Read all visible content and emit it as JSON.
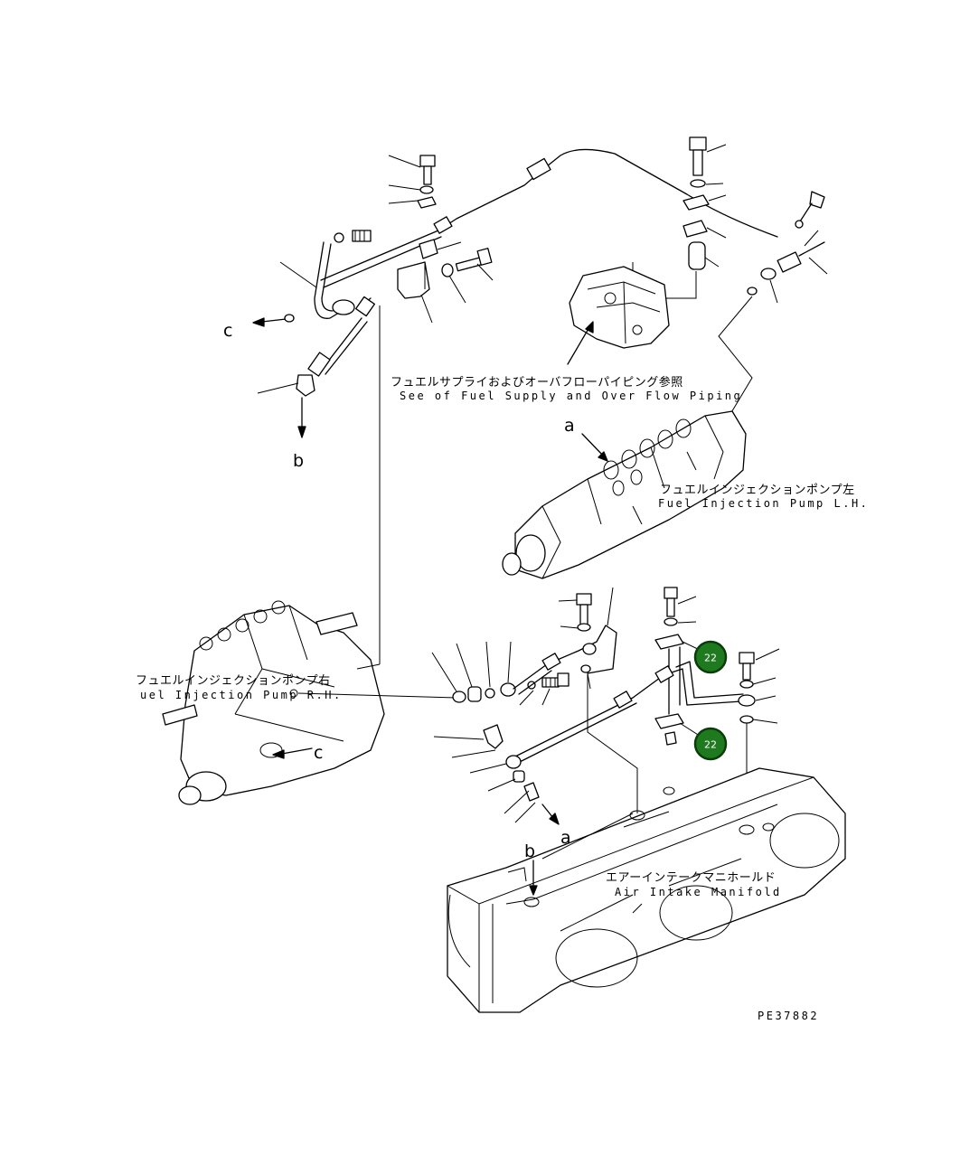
{
  "labels": {
    "fuel_supply_jp": "フュエルサプライおよびオーバフローパイピング参照",
    "fuel_supply_en": "See of Fuel Supply and Over Flow Piping",
    "pump_lh_jp": "フュエルインジェクションポンプ左",
    "pump_lh_en": "Fuel Injection Pump L.H.",
    "pump_rh_jp": "フュエルインジェクションポンプ右",
    "pump_rh_en": "uel Injection Pump R.H.",
    "manifold_jp": "エアーインテークマニホールド",
    "manifold_en": "Air Intake Manifold",
    "drawing_code": "PE37882"
  },
  "refs": {
    "a_top": "a",
    "a_bottom": "a",
    "b_top": "b",
    "b_bottom": "b",
    "c_top": "c",
    "c_bottom": "c"
  },
  "badges": [
    {
      "label": "22"
    },
    {
      "label": "22"
    }
  ]
}
